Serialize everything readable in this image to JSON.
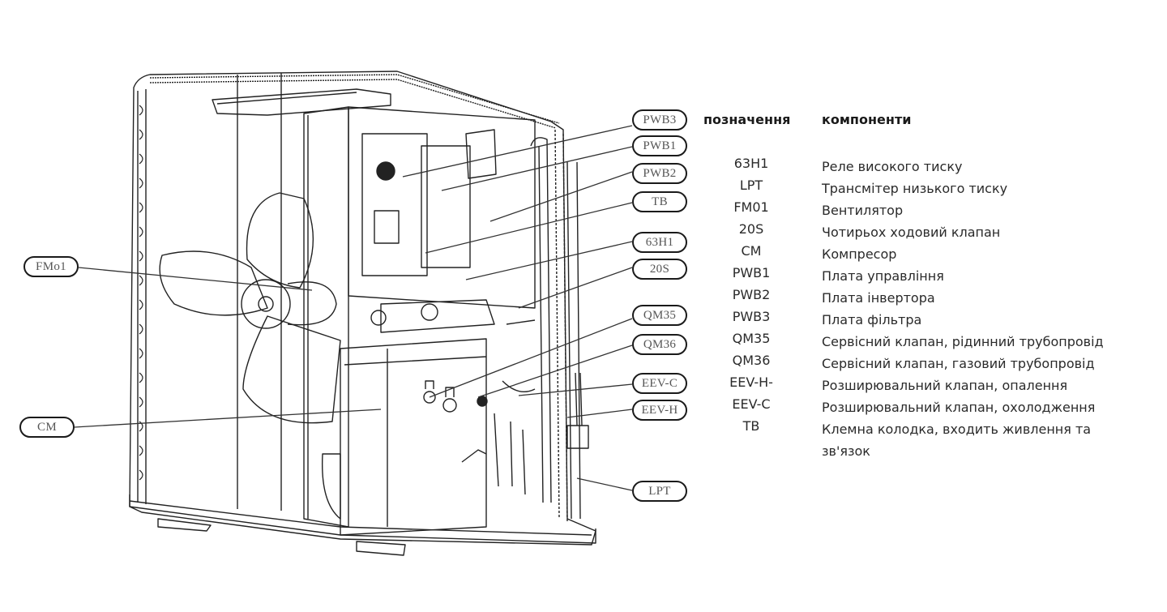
{
  "diagram": {
    "subject": "outdoor heat pump unit exploded view",
    "callouts": [
      {
        "id": "pwb3",
        "label": "PWB3"
      },
      {
        "id": "pwb1",
        "label": "PWB1"
      },
      {
        "id": "pwb2",
        "label": "PWB2"
      },
      {
        "id": "tb",
        "label": "TB"
      },
      {
        "id": "63h1",
        "label": "63H1"
      },
      {
        "id": "20s",
        "label": "20S"
      },
      {
        "id": "qm35",
        "label": "QM35"
      },
      {
        "id": "qm36",
        "label": "QM36"
      },
      {
        "id": "eevc",
        "label": "EEV-C"
      },
      {
        "id": "eevh",
        "label": "EEV-H"
      },
      {
        "id": "lpt",
        "label": "LPT"
      },
      {
        "id": "fm01",
        "label": "FMo1"
      },
      {
        "id": "cm",
        "label": "CM"
      }
    ]
  },
  "legend": {
    "header_code": "позначення",
    "header_desc": "компоненти",
    "rows": [
      {
        "code": "63H1",
        "desc": "Реле високого тиску"
      },
      {
        "code": "LPT",
        "desc": "Трансмітер низького тиску"
      },
      {
        "code": "FM01",
        "desc": "Вентилятор"
      },
      {
        "code": "20S",
        "desc": "Чотирьох ходовий клапан"
      },
      {
        "code": "CM",
        "desc": "Компресор"
      },
      {
        "code": "PWB1",
        "desc": "Плата управління"
      },
      {
        "code": "PWB2",
        "desc": "Плата інвертора"
      },
      {
        "code": "PWB3",
        "desc": "Плата фільтра"
      },
      {
        "code": "QM35",
        "desc": "Сервісний клапан, рідинний трубопровід"
      },
      {
        "code": "QM36",
        "desc": "Сервісний клапан, газовий трубопровід"
      },
      {
        "code": "EEV-H-",
        "desc": "Розширювальний клапан, опалення"
      },
      {
        "code": "EEV-C",
        "desc": "Розширювальний клапан, охолодження"
      },
      {
        "code": "TB",
        "desc": "Клемна колодка, входить живлення та"
      },
      {
        "code": "",
        "desc": "зв'язок"
      }
    ]
  }
}
